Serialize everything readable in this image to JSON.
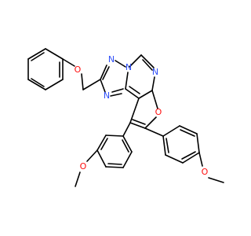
{
  "colors": {
    "bond": "#000000",
    "oxygen": "#ff0d0d",
    "nitrogen": "#3050f8",
    "background": "#ffffff"
  },
  "atoms": {
    "o_phenoxy": "O",
    "n_triazole_1": "N",
    "n_triazole_2": "N",
    "n_triazole_3": "N",
    "n_pyrimidine": "N",
    "o_furan": "O",
    "o_methoxy_left": "O",
    "o_methoxy_right": "O"
  }
}
